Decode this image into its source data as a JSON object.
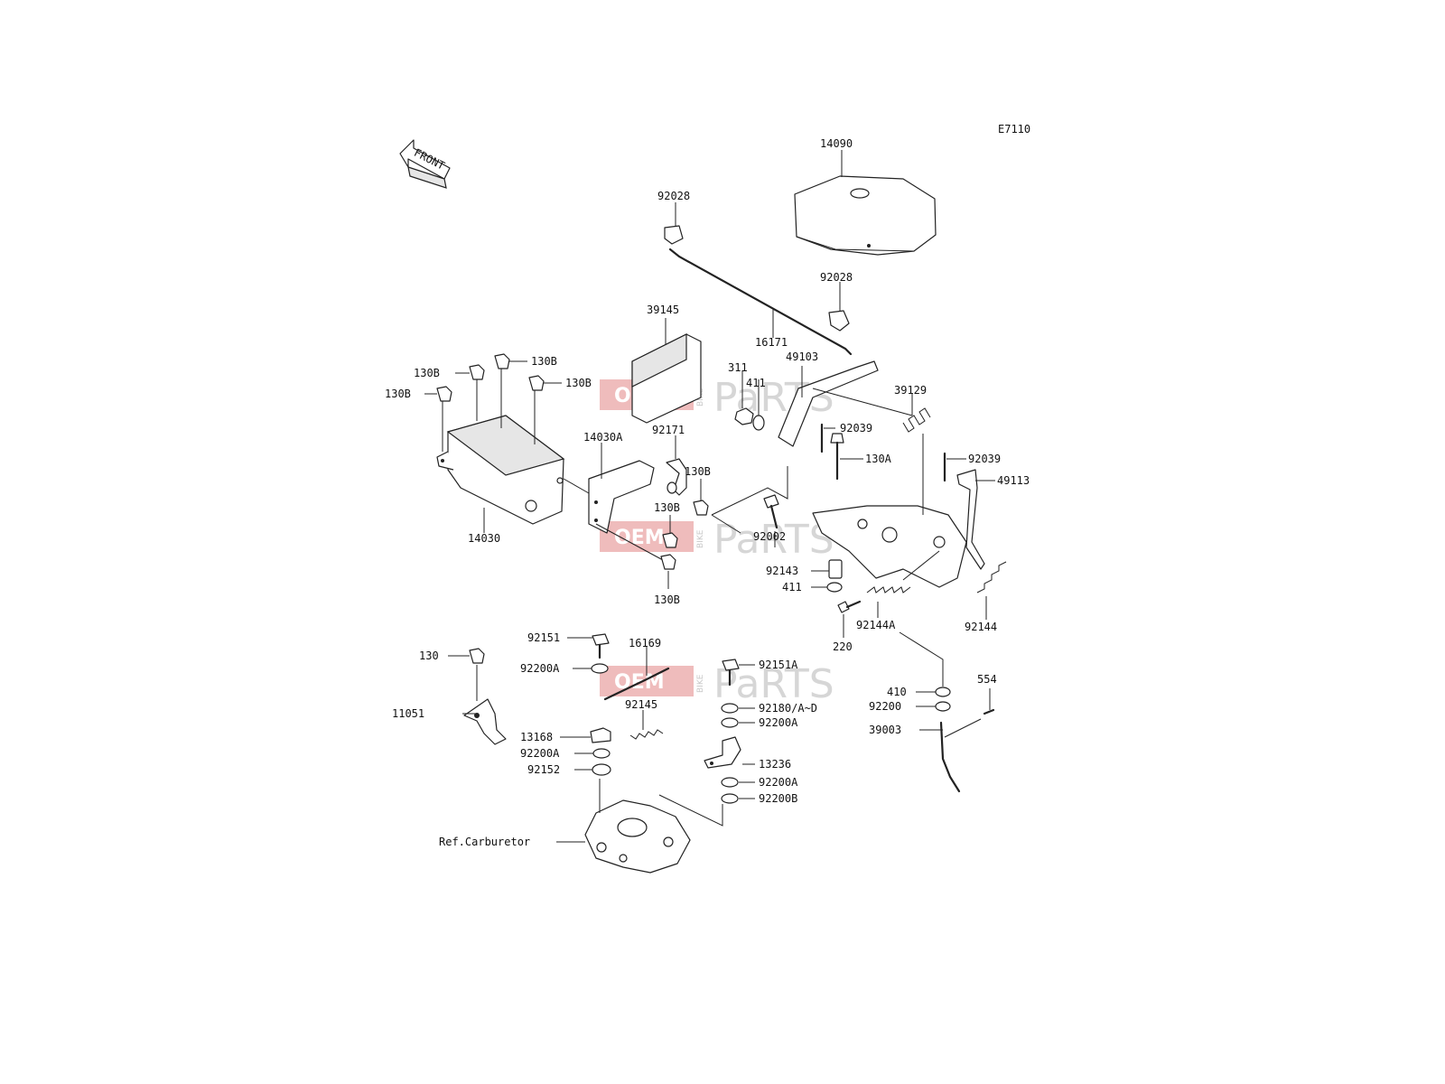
{
  "diagram": {
    "code": "E7110",
    "front_arrow_label": "FRONT",
    "reference_label": "Ref.Carburetor",
    "watermark": {
      "oem": "OEM",
      "bike": "BIKE",
      "parts": "PaRTS"
    },
    "parts": [
      {
        "id": "p14090",
        "label": "14090"
      },
      {
        "id": "p92028a",
        "label": "92028"
      },
      {
        "id": "p92028b",
        "label": "92028"
      },
      {
        "id": "p39145",
        "label": "39145"
      },
      {
        "id": "p16171",
        "label": "16171"
      },
      {
        "id": "p49103",
        "label": "49103"
      },
      {
        "id": "p311",
        "label": "311"
      },
      {
        "id": "p411a",
        "label": "411"
      },
      {
        "id": "p39129",
        "label": "39129"
      },
      {
        "id": "p92039a",
        "label": "92039"
      },
      {
        "id": "p130A",
        "label": "130A"
      },
      {
        "id": "p92039b",
        "label": "92039"
      },
      {
        "id": "p49113",
        "label": "49113"
      },
      {
        "id": "p130Ba",
        "label": "130B"
      },
      {
        "id": "p130Bb",
        "label": "130B"
      },
      {
        "id": "p130Bc",
        "label": "130B"
      },
      {
        "id": "p130Bd",
        "label": "130B"
      },
      {
        "id": "p14030A",
        "label": "14030A"
      },
      {
        "id": "p92171",
        "label": "92171"
      },
      {
        "id": "p130Be",
        "label": "130B"
      },
      {
        "id": "p130Bf",
        "label": "130B"
      },
      {
        "id": "p14030",
        "label": "14030"
      },
      {
        "id": "p92002",
        "label": "92002"
      },
      {
        "id": "p130Bg",
        "label": "130B"
      },
      {
        "id": "p92143",
        "label": "92143"
      },
      {
        "id": "p411b",
        "label": "411"
      },
      {
        "id": "p92144A",
        "label": "92144A"
      },
      {
        "id": "p92144",
        "label": "92144"
      },
      {
        "id": "p220",
        "label": "220"
      },
      {
        "id": "p92151",
        "label": "92151"
      },
      {
        "id": "p16169",
        "label": "16169"
      },
      {
        "id": "p130",
        "label": "130"
      },
      {
        "id": "p92200Aa",
        "label": "92200A"
      },
      {
        "id": "p92151A",
        "label": "92151A"
      },
      {
        "id": "p11051",
        "label": "11051"
      },
      {
        "id": "p92145",
        "label": "92145"
      },
      {
        "id": "p92180",
        "label": "92180/A~D"
      },
      {
        "id": "p92200Ab",
        "label": "92200A"
      },
      {
        "id": "p13168",
        "label": "13168"
      },
      {
        "id": "p92200Ac",
        "label": "92200A"
      },
      {
        "id": "p13236",
        "label": "13236"
      },
      {
        "id": "p92152",
        "label": "92152"
      },
      {
        "id": "p92200Ad",
        "label": "92200A"
      },
      {
        "id": "p92200B",
        "label": "92200B"
      },
      {
        "id": "p410",
        "label": "410"
      },
      {
        "id": "p554",
        "label": "554"
      },
      {
        "id": "p92200",
        "label": "92200"
      },
      {
        "id": "p39003",
        "label": "39003"
      }
    ]
  }
}
